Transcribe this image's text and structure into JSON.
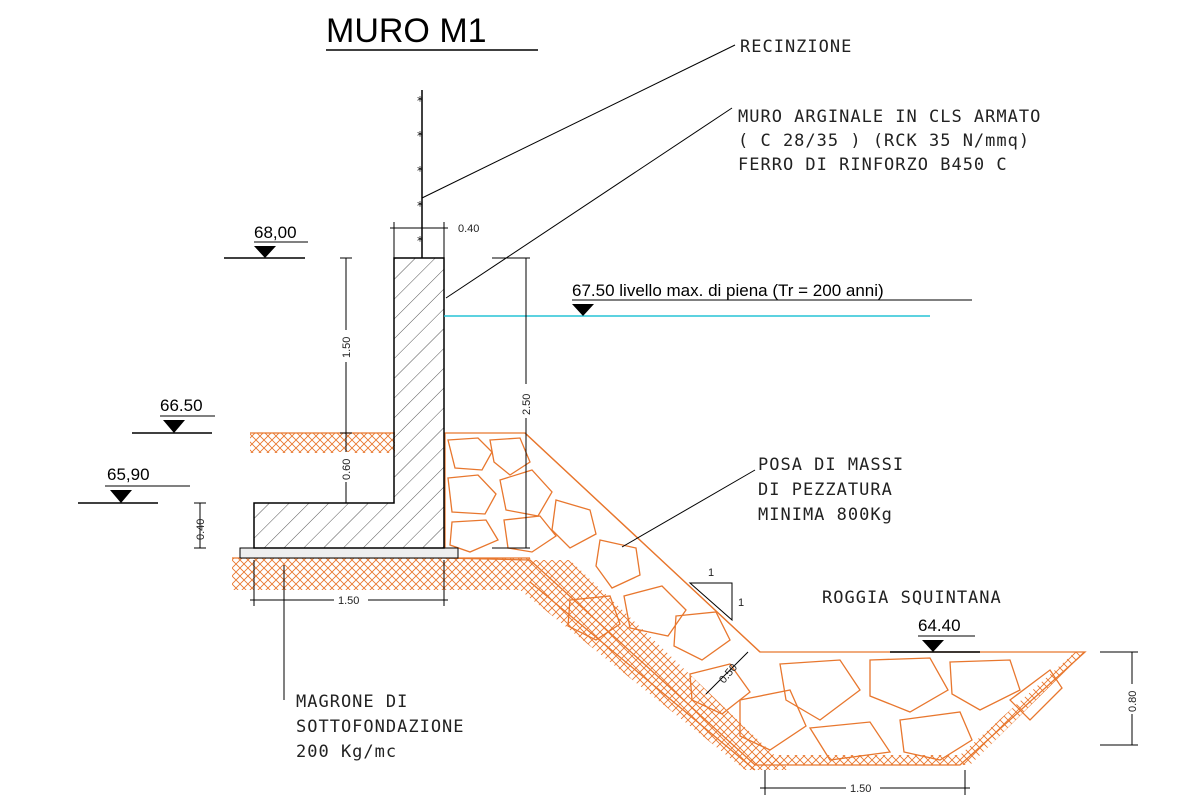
{
  "title": "MURO M1",
  "notes": {
    "recinzione": "RECINZIONE",
    "muro_line1": "MURO ARGINALE IN CLS ARMATO",
    "muro_line2": "( C 28/35 ) (RCK 35 N/mmq)",
    "muro_line3": "FERRO DI RINFORZO B450 C",
    "posa_line1": "POSA DI MASSI",
    "posa_line2": "DI PEZZATURA",
    "posa_line3": "MINIMA 800Kg",
    "roggia": "ROGGIA SQUINTANA",
    "magrone_line1": "MAGRONE DI",
    "magrone_line2": "SOTTOFONDAZIONE",
    "magrone_line3": "200 Kg/mc"
  },
  "levels": {
    "top": "68,00",
    "water": "67.50 livello max. di piena (Tr = 200 anni)",
    "ground": "66.50",
    "base": "65,90",
    "channel": "64.40"
  },
  "dimensions": {
    "wall_thickness": "0.40",
    "wall_height": "1.50",
    "total_height": "2.50",
    "embed": "0.60",
    "footing": "0.40",
    "base_width": "1.50",
    "riprap": "0.50",
    "channel_depth": "0.80",
    "channel_width": "1.50",
    "slope_v": "1",
    "slope_h": "1"
  },
  "colors": {
    "ink": "#000000",
    "soil": "#e8772e",
    "water": "#27c4d6"
  }
}
